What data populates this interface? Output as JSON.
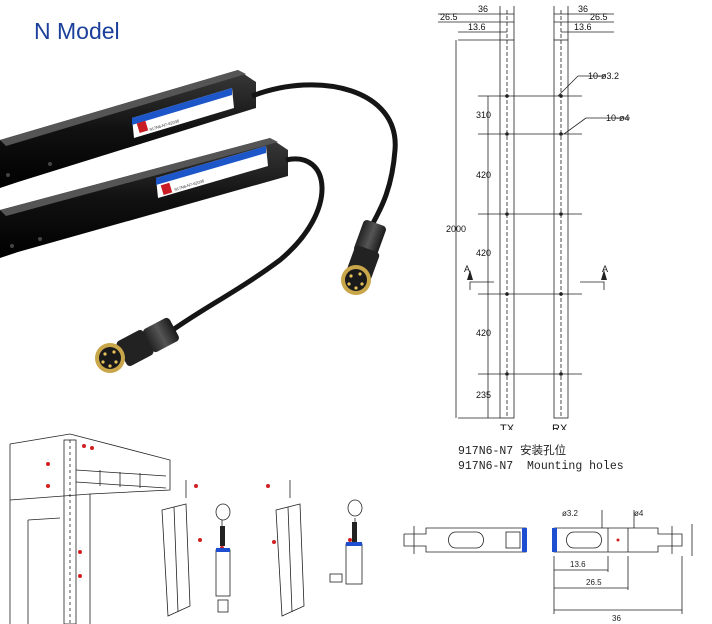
{
  "header": {
    "title": "N Model"
  },
  "product_photo": {
    "label_text": "917N6-N7-62036"
  },
  "mounting_drawing": {
    "top_dims": [
      "36",
      "26.5",
      "13.6"
    ],
    "hole_labels": [
      "10-ø3.2",
      "10-ø4"
    ],
    "spacings": [
      "310",
      "420",
      "420",
      "420",
      "235"
    ],
    "total_length": "2000",
    "section_marker": "A",
    "bar_labels": [
      "TX",
      "RX"
    ]
  },
  "caption": {
    "line1": "917N6-N7 安装孔位",
    "line2": "917N6-N7  Mounting holes"
  },
  "profile_drawing": {
    "dims": [
      "ø3.2",
      "ø4",
      "13.6",
      "26.5",
      "36"
    ]
  },
  "colors": {
    "title": "#1b3f9a",
    "accent_blue": "#1f4fd1",
    "accent_red": "#d21f1f"
  }
}
